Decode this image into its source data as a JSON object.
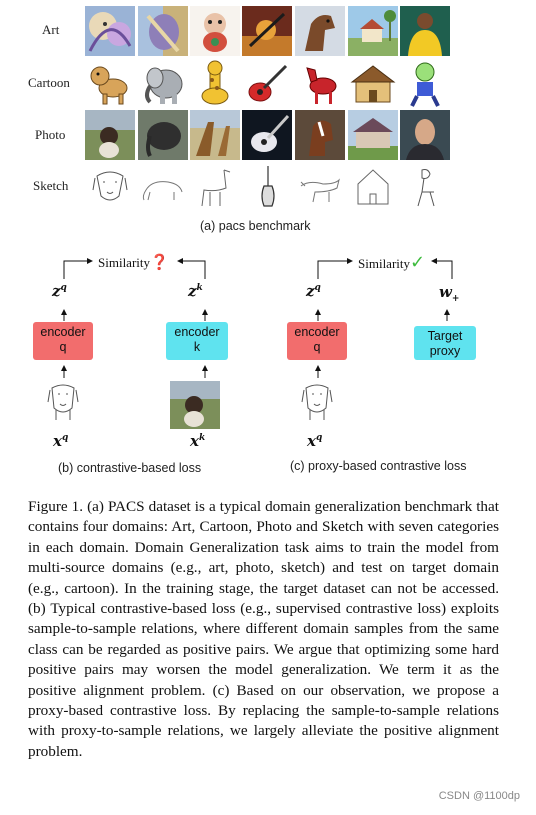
{
  "rows": [
    {
      "label": "Art",
      "style": "art"
    },
    {
      "label": "Cartoon",
      "style": "cartoon"
    },
    {
      "label": "Photo",
      "style": "photo"
    },
    {
      "label": "Sketch",
      "style": "sketch"
    }
  ],
  "categories": [
    "dog",
    "elephant",
    "giraffe",
    "guitar",
    "horse",
    "house",
    "person"
  ],
  "subcaption_a": "(a) pacs benchmark",
  "diagram_b": {
    "similarity": "Similarity",
    "mark": "❓",
    "z_left": "z",
    "z_left_sup": "q",
    "z_right": "z",
    "z_right_sup": "k",
    "encoder_left": "encoder\nq",
    "encoder_right": "encoder\nk",
    "x_left": "x",
    "x_left_sup": "q",
    "x_right": "x",
    "x_right_sup": "k",
    "caption": "(b) contrastive-based loss"
  },
  "diagram_c": {
    "similarity": "Similarity",
    "mark": "✓",
    "z_left": "z",
    "z_left_sup": "q",
    "w": "w",
    "w_sub": "+",
    "encoder_left": "encoder\nq",
    "target": "Target\nproxy",
    "x_left": "x",
    "x_left_sup": "q",
    "caption": "(c) proxy-based contrastive loss"
  },
  "caption": "Figure 1.  (a) PACS dataset is a typical domain generalization benchmark that contains four domains: Art, Cartoon, Photo and Sketch with seven categories in each domain. Domain Generalization task aims to train the model from multi-source domains (e.g., art, photo, sketch) and test on target domain (e.g., cartoon). In the training stage, the target dataset can not be accessed. (b) Typical contrastive-based loss (e.g., supervised contrastive loss) exploits sample-to-sample relations, where different domain samples from the same class can be regarded as positive pairs.  We argue that optimizing some hard positive pairs may worsen the model generalization. We term it as the positive alignment problem. (c) Based on our observation, we propose a proxy-based contrastive loss. By replacing the sample-to-sample relations with proxy-to-sample relations, we largely alleviate the positive alignment problem.",
  "watermark": "CSDN @1100dp",
  "colors": {
    "encoder_red": "#f26d6d",
    "encoder_cyan": "#5fe3ef",
    "question": "#e0342a",
    "check": "#3dbb3d"
  }
}
